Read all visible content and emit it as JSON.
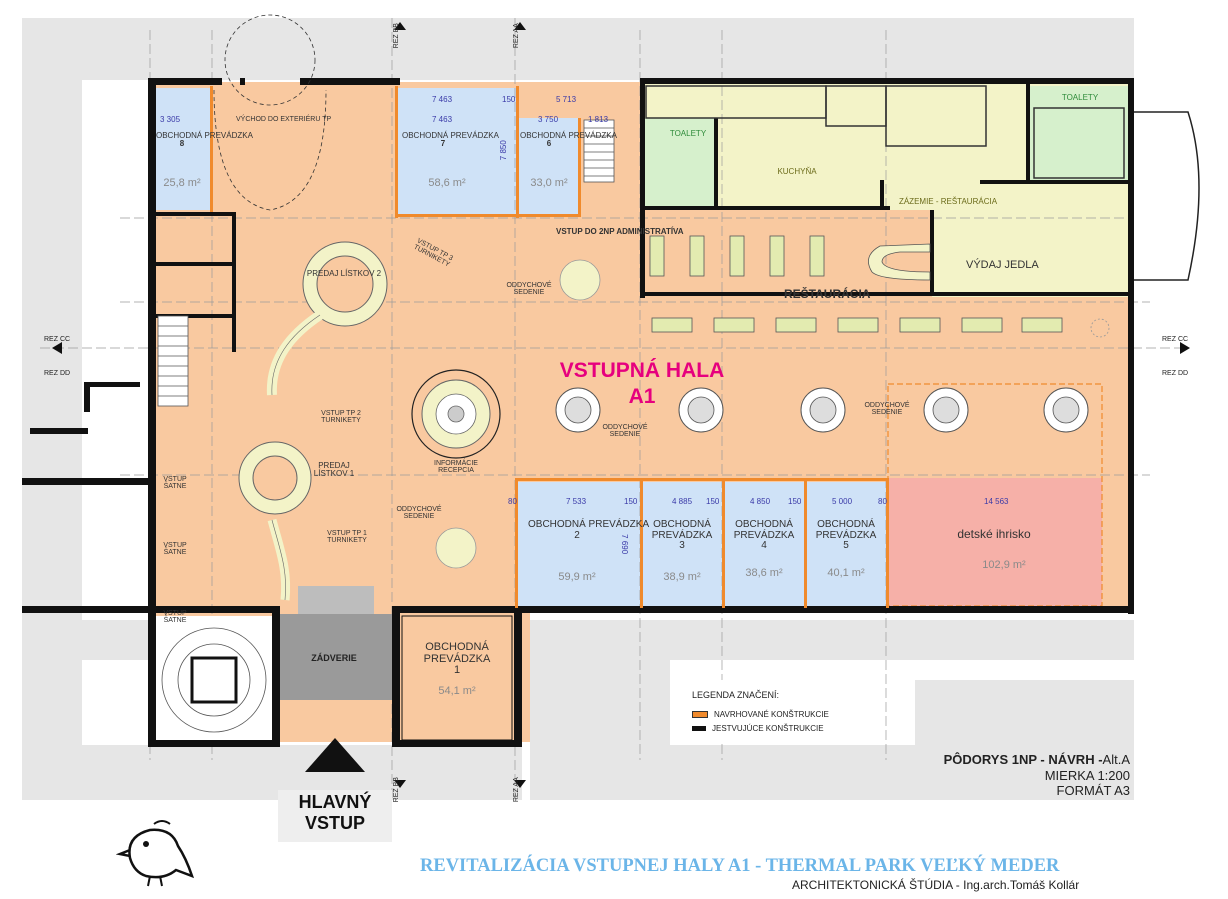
{
  "rooms": {
    "shop8": {
      "name": "OBCHODNÁ PREVÁDZKA",
      "num": "8",
      "area": "25,8 m²",
      "dim": "3 305"
    },
    "shop7": {
      "name": "OBCHODNÁ PREVÁDZKA",
      "num": "7",
      "area": "58,6 m²",
      "dim": "7 463",
      "dim2": "7 463",
      "dim_v": "7 850"
    },
    "shop6": {
      "name": "OBCHODNÁ PREVÁDZKA",
      "num": "6",
      "area": "33,0 m²",
      "dim": "5 713",
      "dim2": "3 750"
    },
    "shop2": {
      "name": "OBCHODNÁ PREVÁDZKA",
      "num": "2",
      "area": "59,9 m²",
      "dim": "7 533",
      "dim_v": "7 690"
    },
    "shop3": {
      "name": "OBCHODNÁ PREVÁDZKA",
      "num": "3",
      "area": "38,9 m²",
      "dim": "4 885"
    },
    "shop4": {
      "name": "OBCHODNÁ PREVÁDZKA",
      "num": "4",
      "area": "38,6 m²",
      "dim": "4 850"
    },
    "shop5": {
      "name": "OBCHODNÁ PREVÁDZKA",
      "num": "5",
      "area": "40,1 m²",
      "dim": "5 000"
    },
    "shop1": {
      "name": "OBCHODNÁ PREVÁDZKA",
      "num": "1",
      "area": "54,1 m²"
    },
    "playground": {
      "name": "detské ihrisko",
      "area": "102,9 m²",
      "dim": "14 563"
    },
    "vestibule": {
      "name": "ZÁDVERIE"
    },
    "kitchen": {
      "name": "KUCHYŇA"
    },
    "toilets_left": {
      "name": "TOALETY"
    },
    "toilets_right": {
      "name": "TOALETY"
    },
    "back_office": {
      "name": "ZÁZEMIE - REŠTAURÁCIA"
    },
    "serving": {
      "name": "VÝDAJ JEDLA"
    },
    "restaurant": {
      "name": "REŠTAURÁCIA"
    }
  },
  "labels": {
    "hall_title": "VSTUPNÁ HALA",
    "hall_code": "A1",
    "exit_exterior": "VÝCHOD DO EXTERIÉRU TP",
    "entry_2np": "VSTUP DO 2NP ADMINISTRATÍVA",
    "tickets2": "PREDAJ LÍSTKOV 2",
    "tickets1": "PREDAJ LÍSTKOV 1",
    "turnstiles3": "VSTUP TP 3 TURNIKETY",
    "turnstiles2": "VSTUP TP 2 TURNIKETY",
    "turnstiles1": "VSTUP TP 1 TURNIKETY",
    "info": "INFORMÁCIE RECEPCIA",
    "seating": "ODDYCHOVÉ SEDENIE",
    "cloak": "VSTUP ŠATNE",
    "cloak2": "VSTUP ŠATNE",
    "cloak3": "VSTUP ŠATNE",
    "dim150": "150",
    "dim80": "80",
    "dim1813": "1 813"
  },
  "sections": {
    "bb": "REZ BB",
    "aa": "REZ AA",
    "cc": "REZ CC",
    "dd": "REZ DD"
  },
  "legend": {
    "title": "LEGENDA ZNAČENÍ:",
    "new": "NAVRHOVANÉ KONŠTRUKCIE",
    "existing": "JESTVUJÚCE KONŠTRUKCIE"
  },
  "title_block": {
    "title": "PÔDORYS 1NP - NÁVRH -",
    "alt": "Alt.A",
    "scale": "MIERKA 1:200",
    "format": "FORMÁT  A3"
  },
  "main_entry": "HLAVNÝ VSTUP",
  "footer": {
    "project": "REVITALIZÁCIA VSTUPNEJ HALY A1 - THERMAL PARK VEĽKÝ MEDER",
    "author": "ARCHITEKTONICKÁ ŠTÚDIA - Ing.arch.Tomáš Kollár"
  },
  "colors": {
    "floor": "#f9c9a0",
    "shop": "#cfe2f7",
    "kitchen": "#f3f3c8",
    "toilet": "#d6f0cc",
    "playground": "#f6b0a8",
    "new_wall": "#f08a2c",
    "existing_wall": "#111111",
    "hall_text": "#e6007e",
    "footer_text": "#6bb5e8"
  }
}
